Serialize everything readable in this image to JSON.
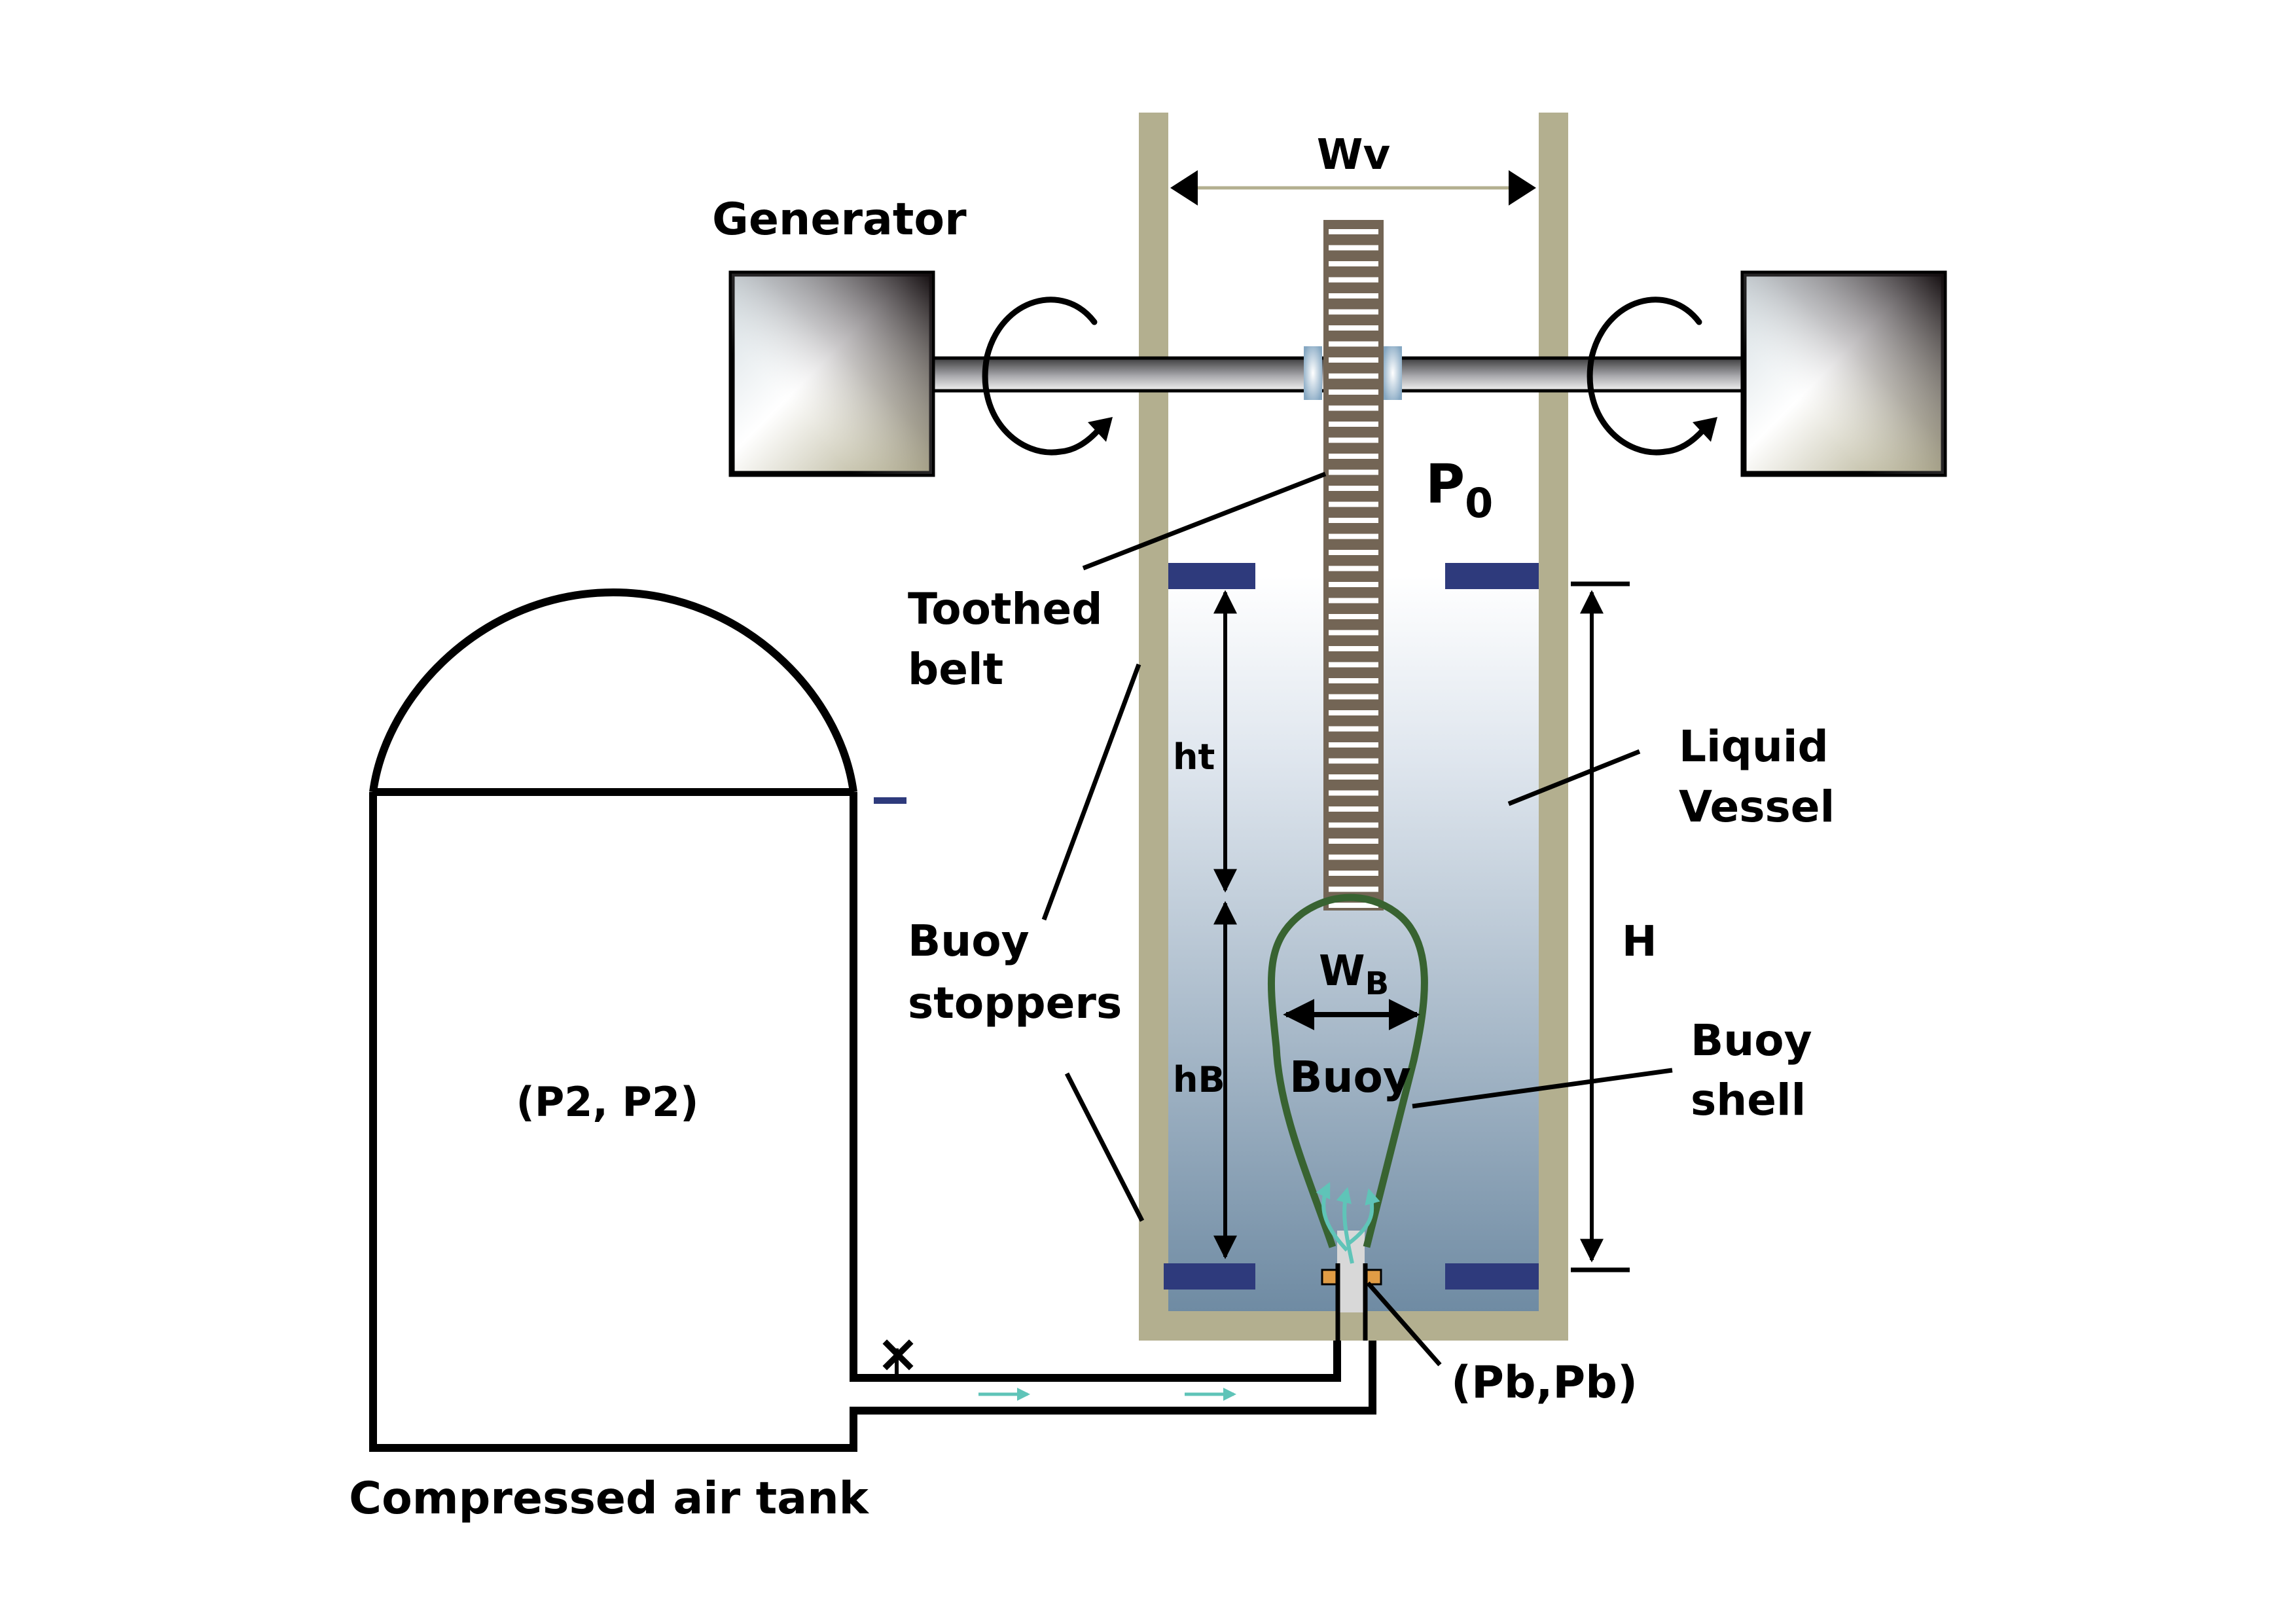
{
  "labels": {
    "generator": "Generator",
    "wv": "Wv",
    "p0_main": "P",
    "p0_sub": "0",
    "toothed_belt_line1": "Toothed",
    "toothed_belt_line2": "belt",
    "liquid_vessel_line1": "Liquid",
    "liquid_vessel_line2": "Vessel",
    "ht": "ht",
    "hb": "hB",
    "h": "H",
    "wb_main": "W",
    "wb_sub": "B",
    "buoy": "Buoy",
    "buoy_shell_line1": "Buoy",
    "buoy_shell_line2": "shell",
    "buoy_stoppers_line1": "Buoy",
    "buoy_stoppers_line2": "stoppers",
    "tank_state": "(P2, P2)",
    "pb": "(Pb,Pb)",
    "tank": "Compressed air tank",
    "valve_mark": "×"
  },
  "colors": {
    "wall": "#b3af8f",
    "liquid_top": "#ffffff",
    "liquid_bottom": "#6f8ba3",
    "belt": "#736555",
    "stopper": "#2e3a7c",
    "buoy_shell": "#386331",
    "air_flow": "#5fc4b8",
    "nozzle_block": "#e09c45",
    "bearing": "#86a8c3"
  }
}
